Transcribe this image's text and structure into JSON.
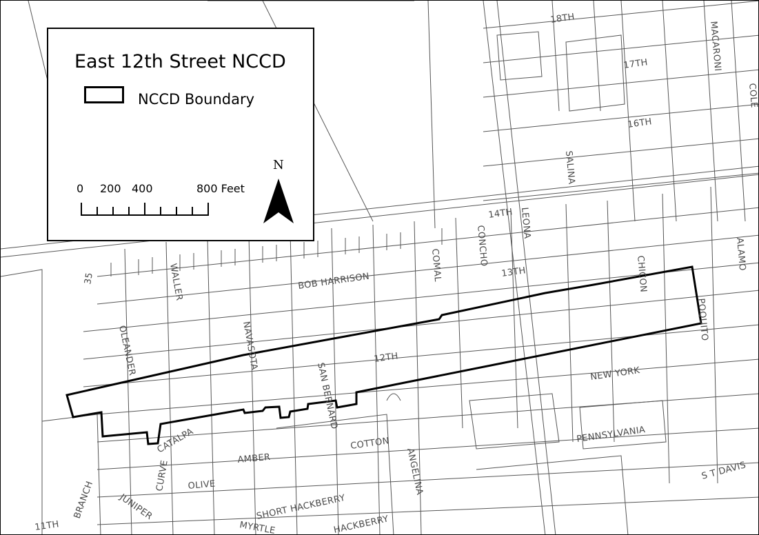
{
  "legend": {
    "title": "East 12th Street NCCD",
    "boundary_label": "NCCD Boundary",
    "scale_ticks": [
      "0",
      "200",
      "400",
      "800 Feet"
    ],
    "north_label": "N"
  },
  "streets": {
    "s18th": "18TH",
    "s17th": "17TH",
    "s16th": "16TH",
    "s14th": "14TH",
    "s13th": "13TH",
    "s12th": "12TH",
    "s11th": "11TH",
    "macaroni": "MACARONI",
    "cole": "COLE",
    "salina": "SALINA",
    "leona": "LEONA",
    "concho": "CONCHO",
    "comal": "COMAL",
    "chicon": "CHICON",
    "alamo": "ALAMO",
    "poquito": "POQUITO",
    "bob_harrison": "BOB HARRISON",
    "waller": "WALLER",
    "oleander": "OLEANDER",
    "navasota": "NAVASOTA",
    "san_bernard": "SAN BERNARD",
    "new_york": "NEW YORK",
    "pennsylvania": "PENNSYLVANIA",
    "st_davis": "S T DAVIS",
    "cotton": "COTTON",
    "angelina": "ANGELINA",
    "amber": "AMBER",
    "catalpa": "CATALPA",
    "curve": "CURVE",
    "olive": "OLIVE",
    "branch": "BRANCH",
    "juniper": "JUNIPER",
    "myrtle": "MYRTLE",
    "short_hackberry": "SHORT HACKBERRY",
    "hackberry": "HACKBERRY",
    "highway_35": "35"
  },
  "colors": {
    "boundary": "#000000",
    "parcel_lines": "#555555",
    "street_text": "#4a4a4a"
  }
}
